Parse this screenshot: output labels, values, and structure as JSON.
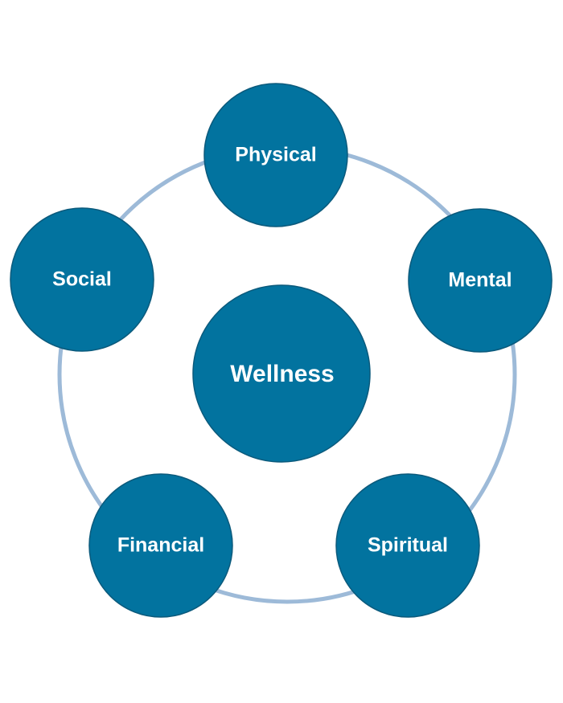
{
  "colors": {
    "node_fill": "#02739f",
    "node_stroke": "#0b5a7c",
    "ring": "#9dbad8",
    "label": "#ffffff",
    "background": "#ffffff"
  },
  "center": {
    "label": "Wellness"
  },
  "dimensions": [
    {
      "id": "physical",
      "label": "Physical"
    },
    {
      "id": "mental",
      "label": "Mental"
    },
    {
      "id": "spiritual",
      "label": "Spiritual"
    },
    {
      "id": "financial",
      "label": "Financial"
    },
    {
      "id": "social",
      "label": "Social"
    }
  ]
}
